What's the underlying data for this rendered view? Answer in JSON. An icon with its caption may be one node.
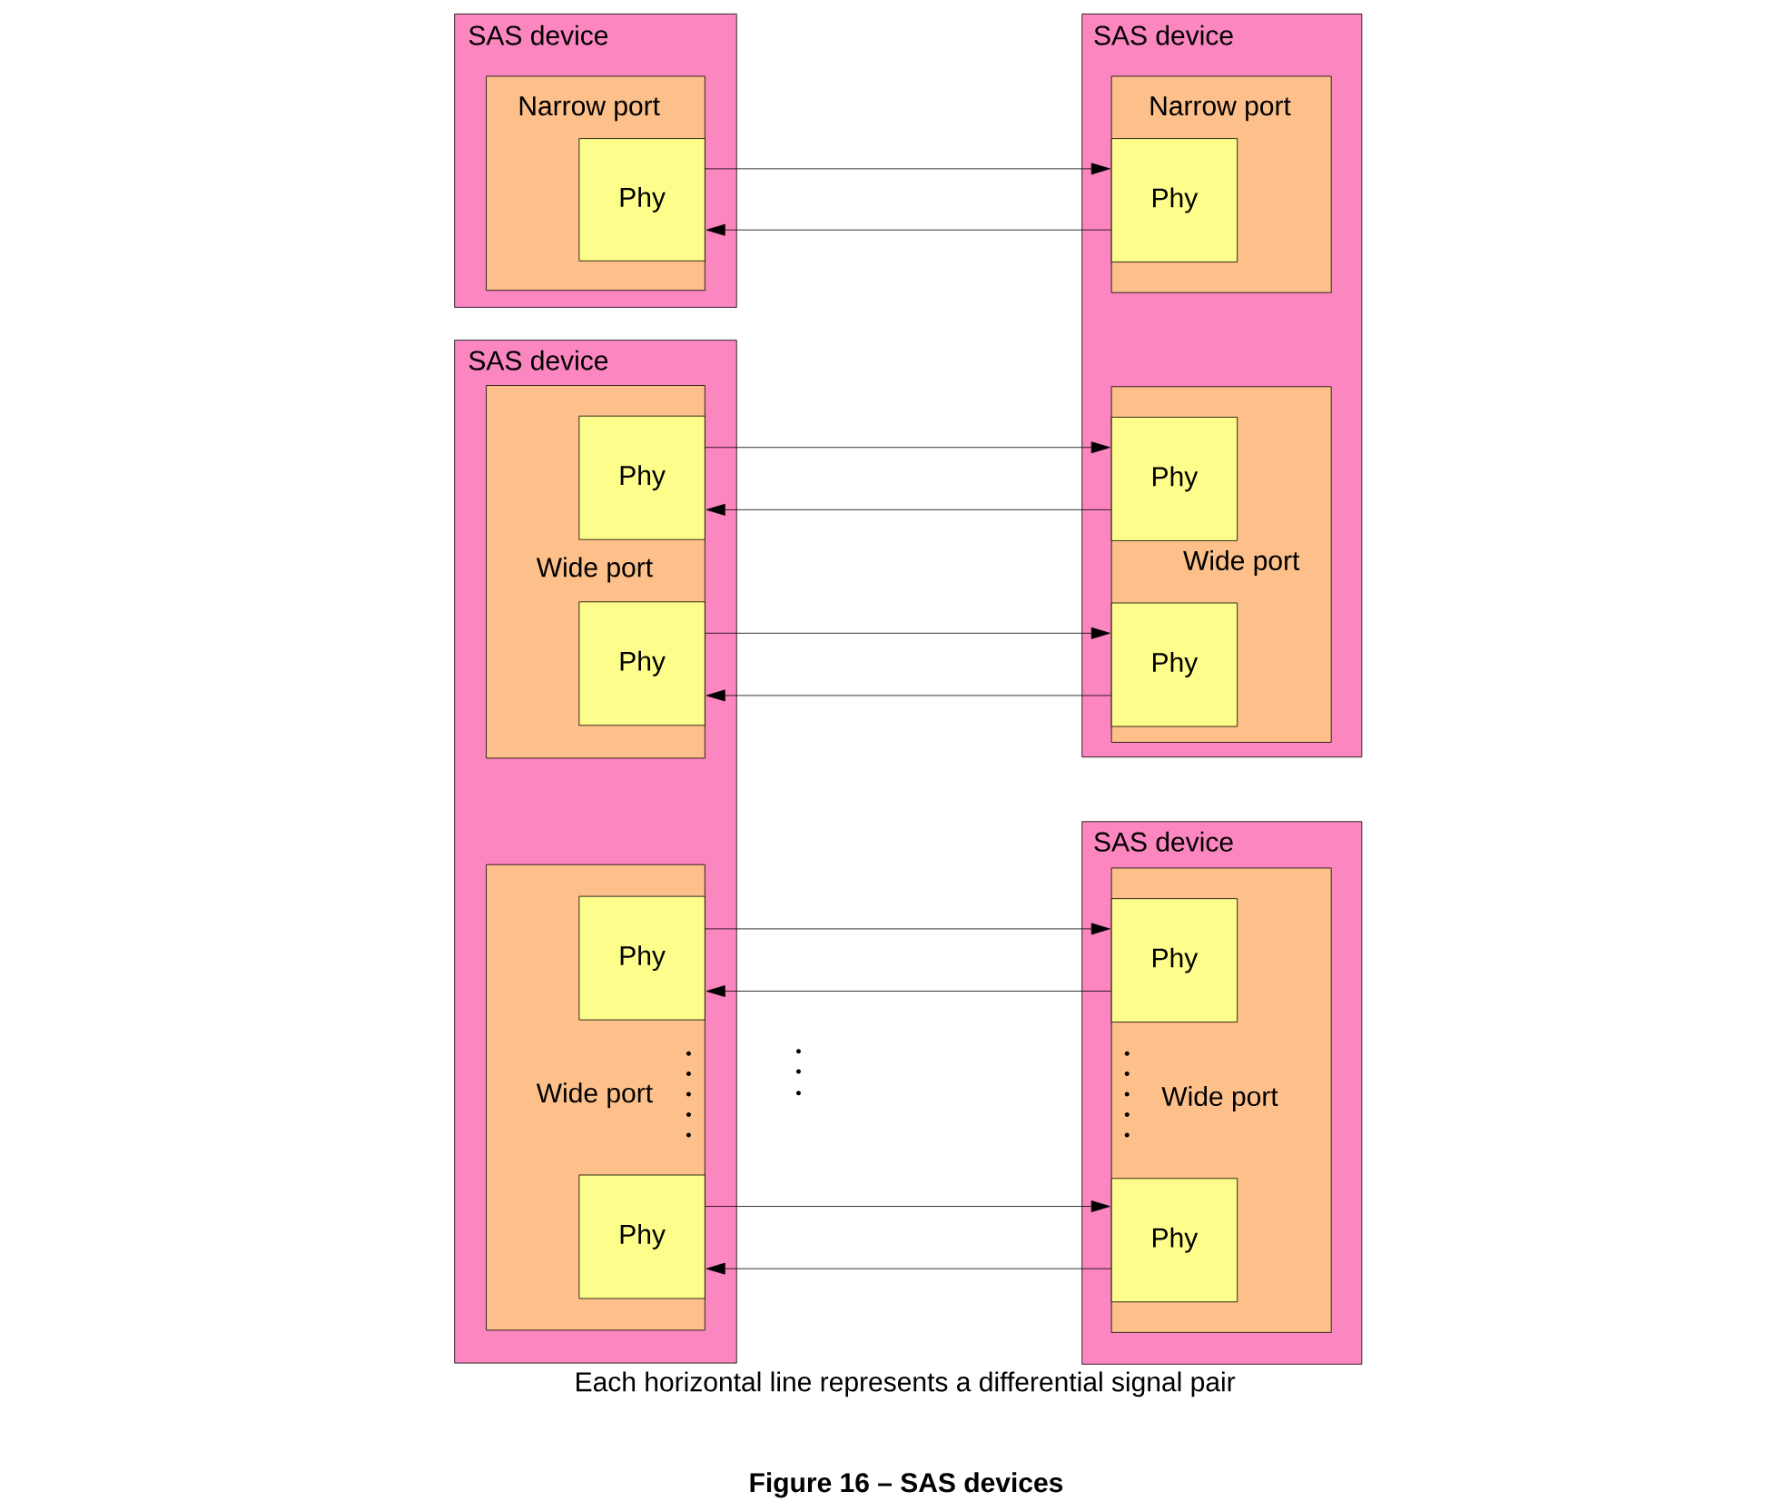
{
  "diagram": {
    "caption": "Figure 16 – SAS devices",
    "nodes": [
      {
        "text": [
          "SAS device"
        ]
      },
      {
        "text": [
          "Narrow port"
        ],
        "in": 0
      },
      {
        "text": [
          "Phy"
        ],
        "in": 1
      },
      {
        "text": [
          "SAS device"
        ]
      },
      {
        "text": [
          "Narrow port"
        ],
        "in": 3
      },
      {
        "text": [
          "Phy"
        ],
        "in": 4
      },
      {
        "text": [
          "Wide port"
        ],
        "in": 3
      },
      {
        "text": [
          "Phy"
        ],
        "in": 6
      },
      {
        "text": [
          "Phy"
        ],
        "in": 6
      },
      {
        "text": [
          "SAS device"
        ]
      },
      {
        "text": [
          "Wide port"
        ],
        "in": 9
      },
      {
        "text": [
          "Phy"
        ],
        "in": 10
      },
      {
        "text": [
          "Phy"
        ],
        "in": 10
      },
      {
        "text": [
          "Wide port"
        ],
        "in": 9
      },
      {
        "text": [
          "Phy"
        ],
        "in": 13
      },
      {
        "text": [
          "Phy"
        ],
        "in": 13
      },
      {
        "text": [
          "SAS device"
        ]
      },
      {
        "text": [
          "Wide port"
        ],
        "in": 16
      },
      {
        "text": [
          "Phy"
        ],
        "in": 17
      },
      {
        "text": [
          "Phy"
        ],
        "in": 17
      }
    ],
    "edges": [
      {
        "from": 2,
        "to": 5,
        "arrow": "to"
      },
      {
        "from": 5,
        "to": 2,
        "arrow": "to"
      },
      {
        "from": 11,
        "to": 7,
        "arrow": "to"
      },
      {
        "from": 7,
        "to": 11,
        "arrow": "to"
      },
      {
        "from": 12,
        "to": 8,
        "arrow": "to"
      },
      {
        "from": 8,
        "to": 12,
        "arrow": "to"
      },
      {
        "from": 14,
        "to": 18,
        "arrow": "to"
      },
      {
        "from": 18,
        "to": 14,
        "arrow": "to"
      },
      {
        "from": 15,
        "to": 19,
        "arrow": "to"
      },
      {
        "from": 19,
        "to": 15,
        "arrow": "to"
      }
    ],
    "labels": [
      "Each horizontal line represents a differential signal pair"
    ]
  }
}
